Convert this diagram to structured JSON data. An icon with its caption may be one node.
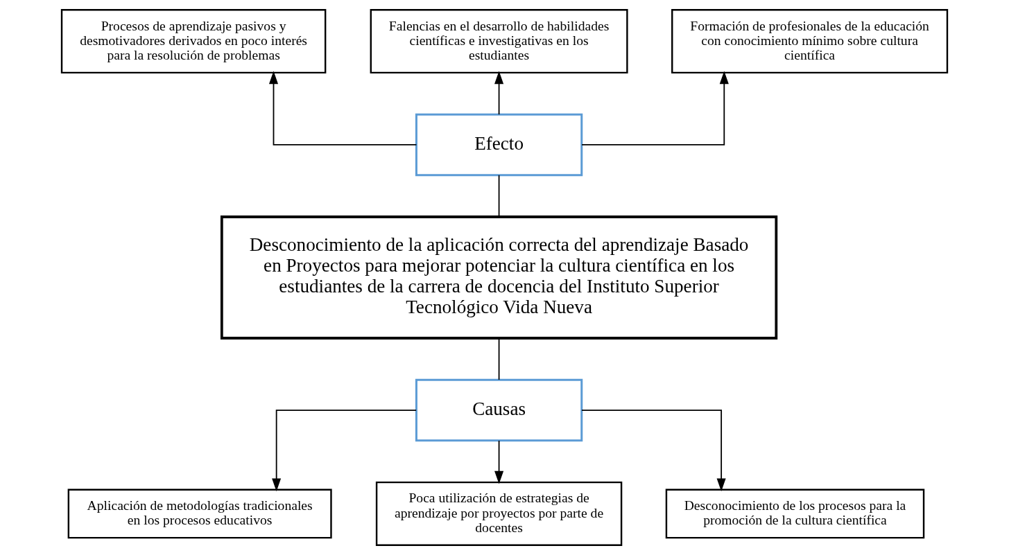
{
  "diagram": {
    "nodes": [
      {
        "text": [
          "Procesos de aprendizaje pasivos y desmotivadores derivados en poco interés para la resolución de problemas"
        ]
      },
      {
        "text": [
          "Falencias en el desarrollo de habilidades científicas e investigativas en los estudiantes"
        ]
      },
      {
        "text": [
          "Formación de profesionales de la educación con conocimiento mínimo sobre cultura científica"
        ]
      },
      {
        "text": [
          "Efecto"
        ]
      },
      {
        "text": [
          "Desconocimiento de la aplicación correcta del aprendizaje Basado en Proyectos para mejorar potenciar la cultura científica en los estudiantes de la carrera de docencia del Instituto Superior Tecnológico Vida Nueva"
        ]
      },
      {
        "text": [
          "Causas"
        ]
      },
      {
        "text": [
          "Aplicación de metodologías tradicionales en los procesos educativos"
        ]
      },
      {
        "text": [
          "Poca utilización de estrategias de aprendizaje por proyectos por parte de docentes"
        ]
      },
      {
        "text": [
          "Desconocimiento de los procesos para la promoción de la cultura científica"
        ]
      }
    ],
    "edges": [
      {
        "from": 3,
        "to": 0,
        "arrow": "to"
      },
      {
        "from": 3,
        "to": 1,
        "arrow": "to"
      },
      {
        "from": 3,
        "to": 2,
        "arrow": "to"
      },
      {
        "from": 4,
        "to": 3,
        "arrow": "none"
      },
      {
        "from": 4,
        "to": 5,
        "arrow": "none"
      },
      {
        "from": 5,
        "to": 6,
        "arrow": "to"
      },
      {
        "from": 5,
        "to": 7,
        "arrow": "to"
      },
      {
        "from": 5,
        "to": 8,
        "arrow": "to"
      }
    ]
  }
}
